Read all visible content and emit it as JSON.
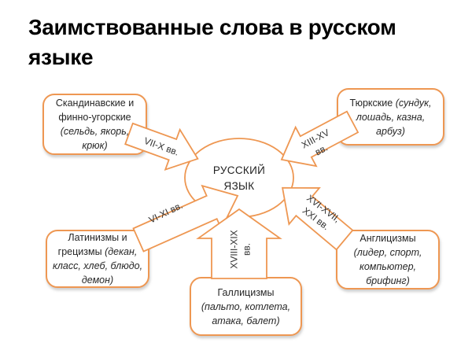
{
  "slide": {
    "title_lines": [
      "Заимствованные слова в русском",
      "языке"
    ],
    "accent_color": "#EE9752",
    "background": "#FFFFFF"
  },
  "center": {
    "label_lines": [
      "РУССКИЙ",
      "ЯЗЫК"
    ]
  },
  "groups": [
    {
      "label": "Скандинавские и финно-угорские",
      "examples": "(сельдь, якорь, крюк)",
      "period_lines": [
        "VII-X вв."
      ]
    },
    {
      "label": "Тюркские",
      "examples": "(сундук, лошадь, казна, арбуз)",
      "period_lines": [
        "XIII-XV",
        "вв."
      ]
    },
    {
      "label": "Латинизмы и грецизмы",
      "examples": "(декан, класс, хлеб, блюдо, демон)",
      "period_lines": [
        "VI-XI вв."
      ]
    },
    {
      "label": "Галлицизмы",
      "examples": "(пальто, котлета, атака, балет)",
      "period_lines": [
        "XVIII-XIX",
        "вв."
      ]
    },
    {
      "label": "Англицизмы",
      "examples": "(лидер, спорт, компьютер, брифинг)",
      "period_lines": [
        "XVI-XVII,",
        "XXI вв."
      ]
    }
  ]
}
